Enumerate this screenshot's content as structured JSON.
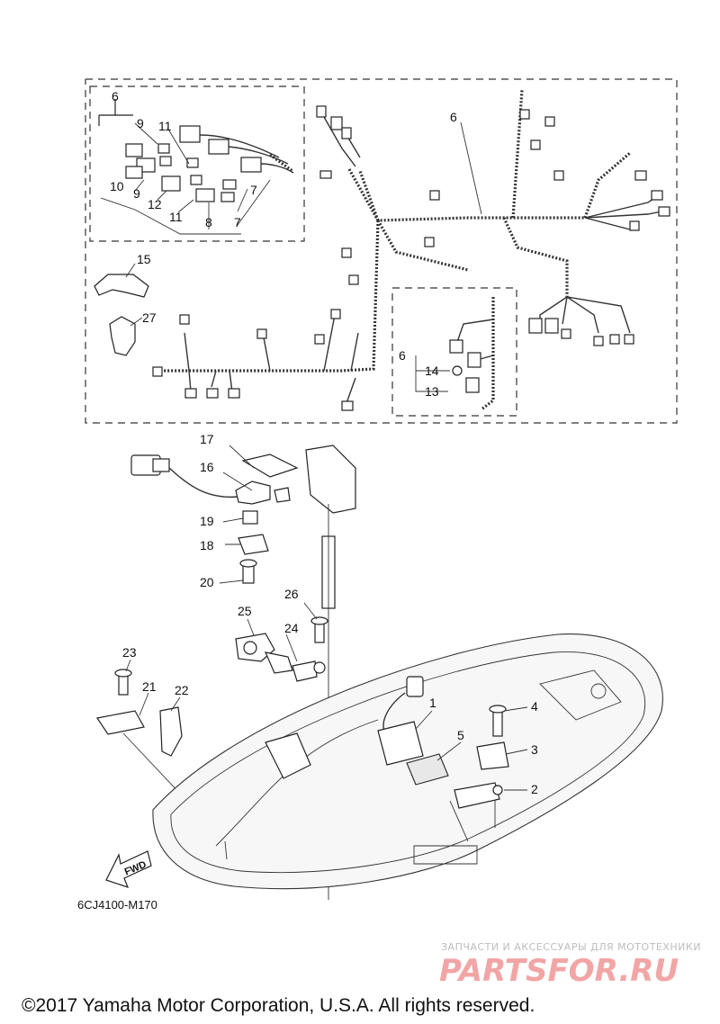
{
  "diagram": {
    "part_code": "6CJ4100-M170",
    "copyright": "©2017 Yamaha Motor Corporation, U.S.A. All rights reserved.",
    "fwd_label": "FWD",
    "watermark": {
      "tagline": "ЗАПЧАСТИ И АКСЕССУАРЫ ДЛЯ МОТОТЕХНИКИ",
      "logo": "PARTSFOR.RU"
    },
    "callouts": {
      "c6a": "6",
      "c9a": "9",
      "c11a": "11",
      "c10": "10",
      "c9b": "9",
      "c12": "12",
      "c11b": "11",
      "c8": "8",
      "c7a": "7",
      "c7b": "7",
      "c6b": "6",
      "c15": "15",
      "c27": "27",
      "c6c": "6",
      "c14": "14",
      "c13": "13",
      "c17": "17",
      "c16": "16",
      "c19": "19",
      "c18": "18",
      "c20": "20",
      "c26": "26",
      "c25": "25",
      "c24": "24",
      "c23": "23",
      "c21": "21",
      "c22": "22",
      "c1": "1",
      "c5": "5",
      "c4": "4",
      "c3": "3",
      "c2": "2"
    }
  }
}
